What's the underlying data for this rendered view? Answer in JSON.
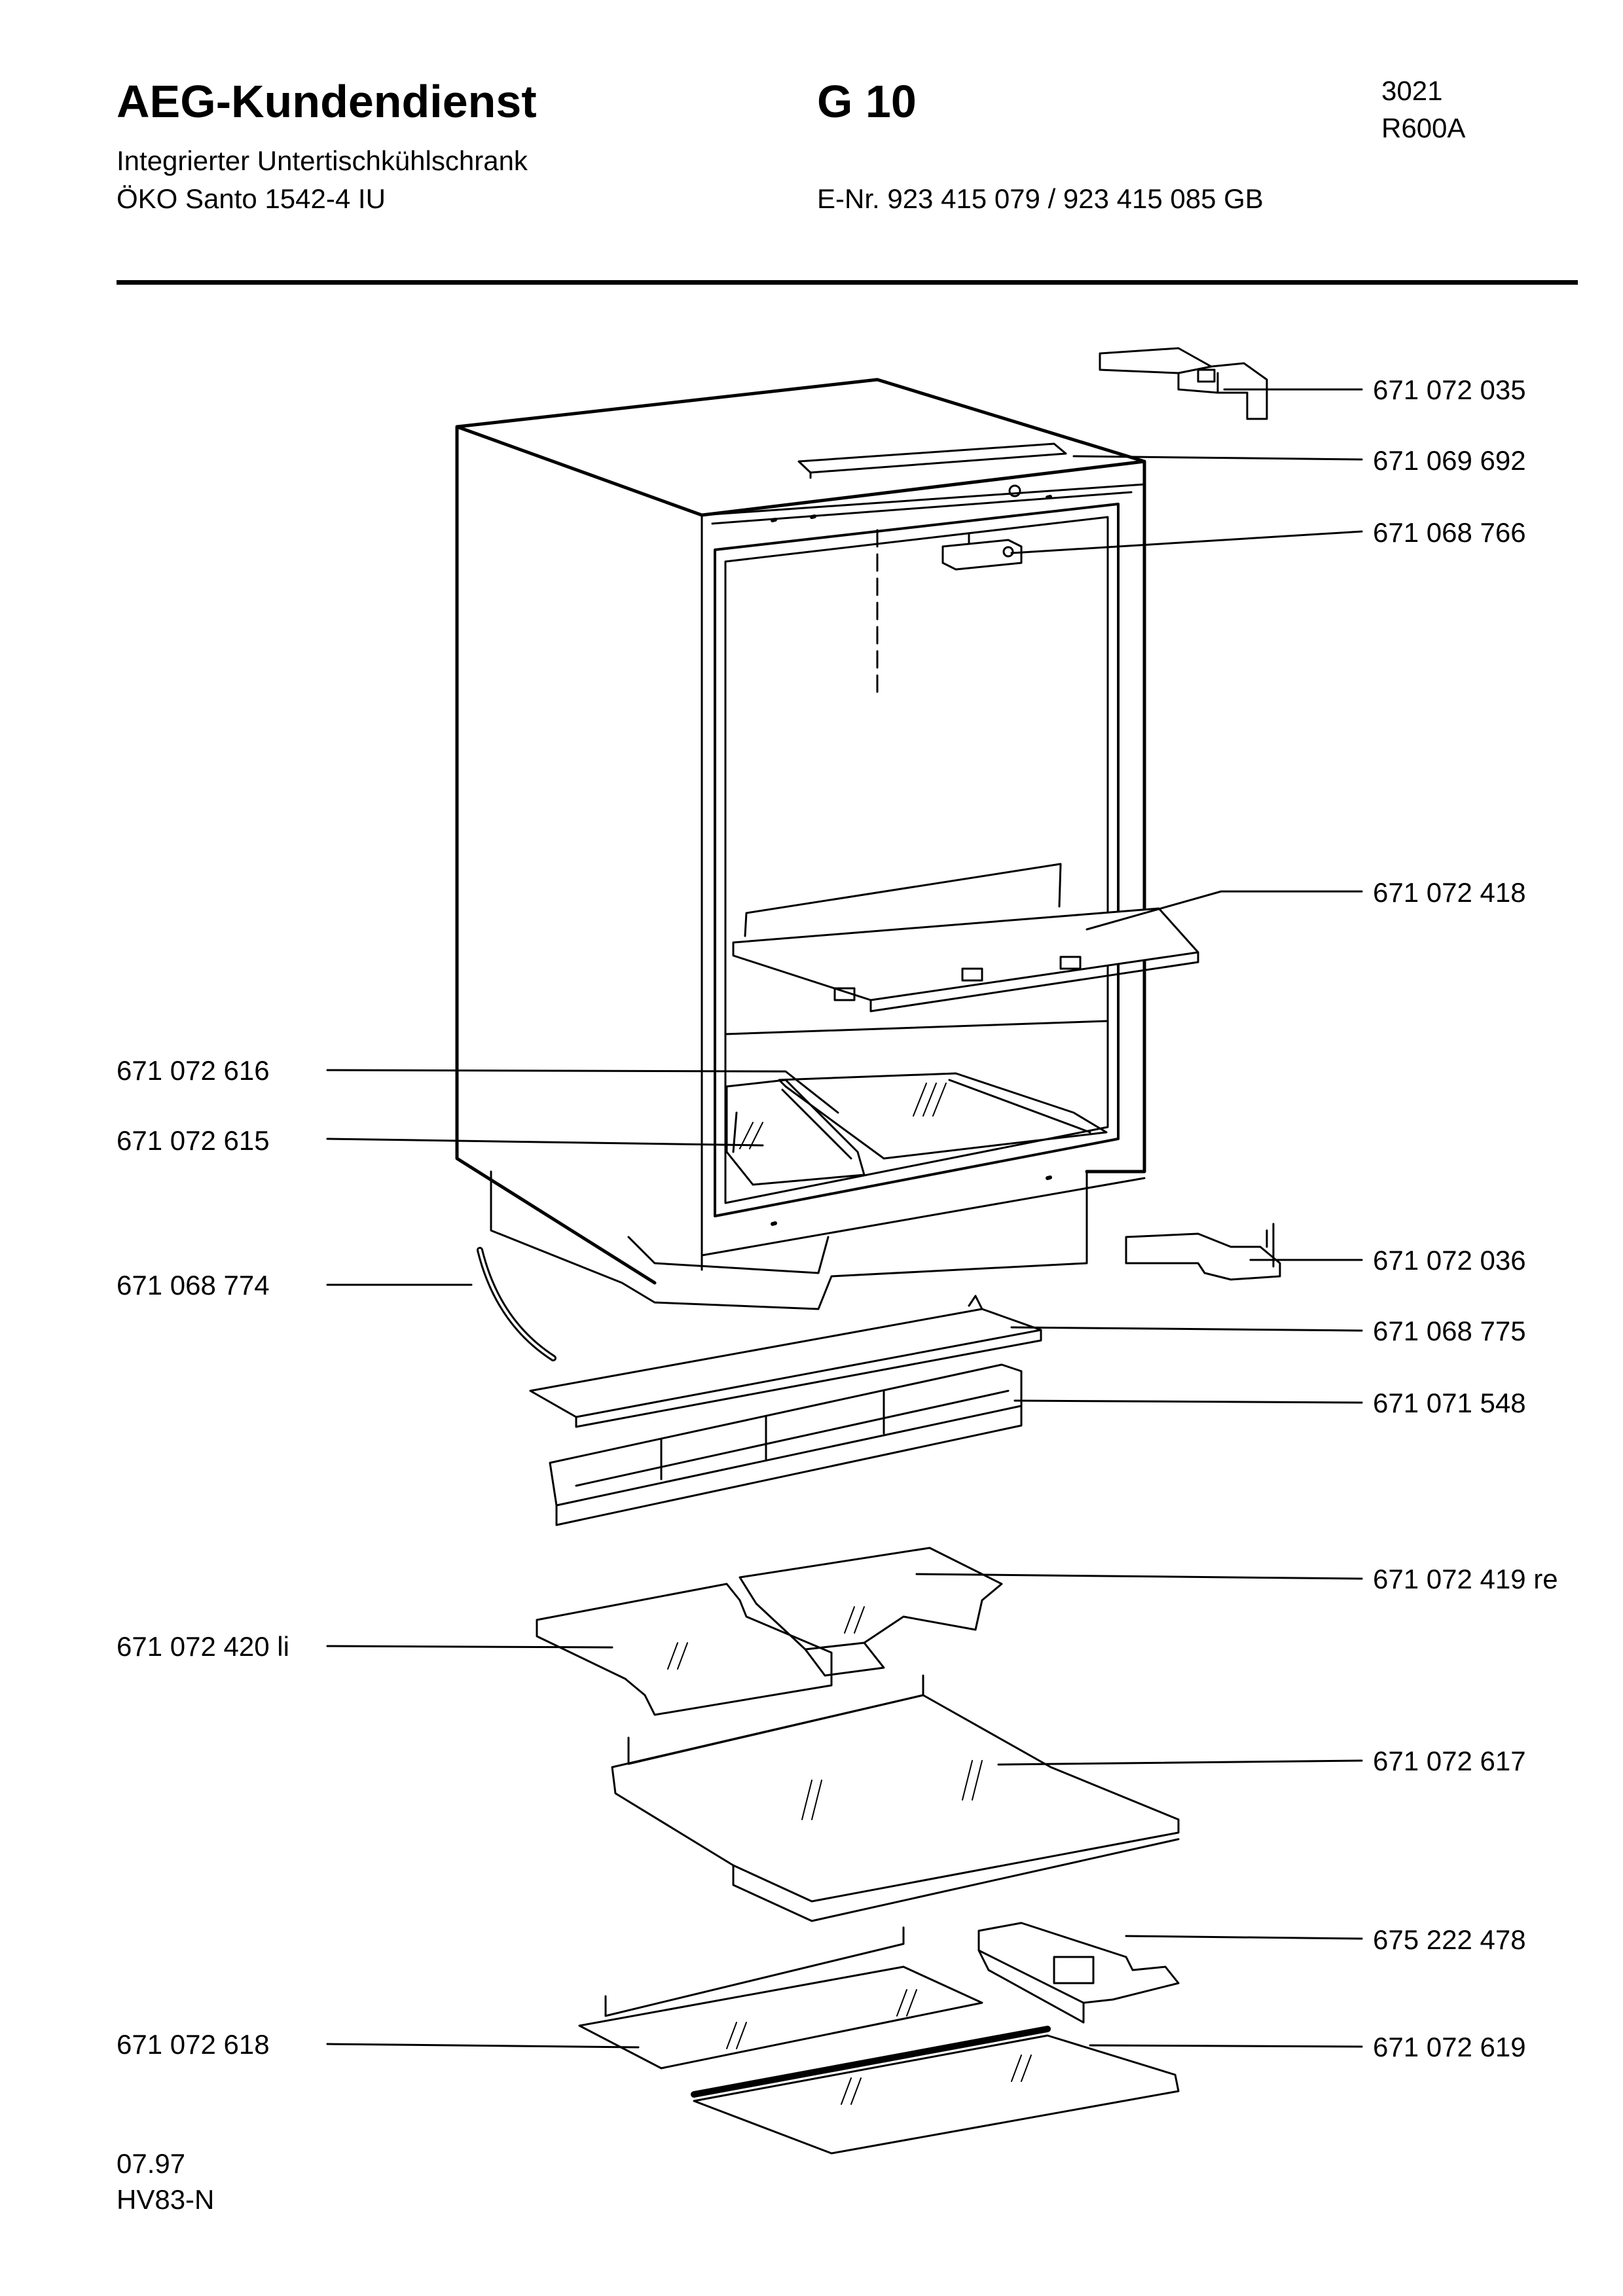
{
  "header": {
    "brand": "AEG-Kundendienst",
    "model": "G 10",
    "code": "3021",
    "refrigerant": "R600A",
    "appliance_type": "Integrierter Untertischkühlschrank",
    "product_name": "ÖKO Santo 1542-4 IU",
    "enr": "E-Nr. 923 415 079 / 923 415 085 GB"
  },
  "parts_right": [
    "671 072 035",
    "671 069 692",
    "671 068 766",
    "671 072 418",
    "671 072 036",
    "671 068 775",
    "671 071 548",
    "671 072 419 re",
    "671 072 617",
    "675 222 478",
    "671 072 619"
  ],
  "parts_left": [
    "671 072 616",
    "671 072 615",
    "671 068 774",
    "671 072 420 li",
    "671 072 618"
  ],
  "footer": {
    "date": "07.97",
    "doc_code": "HV83-N"
  }
}
